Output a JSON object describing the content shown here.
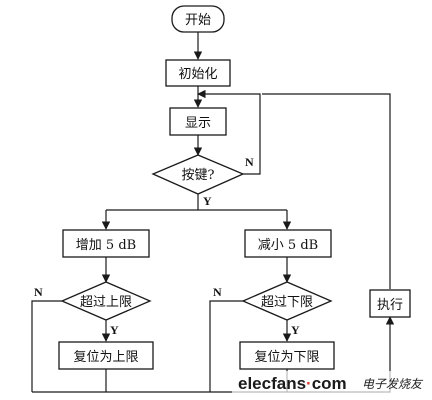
{
  "nodes": {
    "start": "开始",
    "init": "初始化",
    "display": "显示",
    "keypress": "按键?",
    "increase": "增加 5 dB",
    "decrease": "减小 5 dB",
    "over_upper": "超过上限",
    "over_lower": "超过下限",
    "reset_upper": "复位为上限",
    "reset_lower": "复位为下限",
    "execute": "执行"
  },
  "branch_labels": {
    "keypress_no": "N",
    "keypress_yes": "Y",
    "upper_no": "N",
    "upper_yes": "Y",
    "lower_no": "N",
    "lower_yes": "Y"
  },
  "watermark": {
    "brand_left": "elecfans",
    "brand_dot": "·",
    "brand_right": "com",
    "brand_cn": "电子发烧友"
  },
  "colors": {
    "stroke": "#1a1a1a",
    "watermark_accent": "#e23a2c"
  }
}
